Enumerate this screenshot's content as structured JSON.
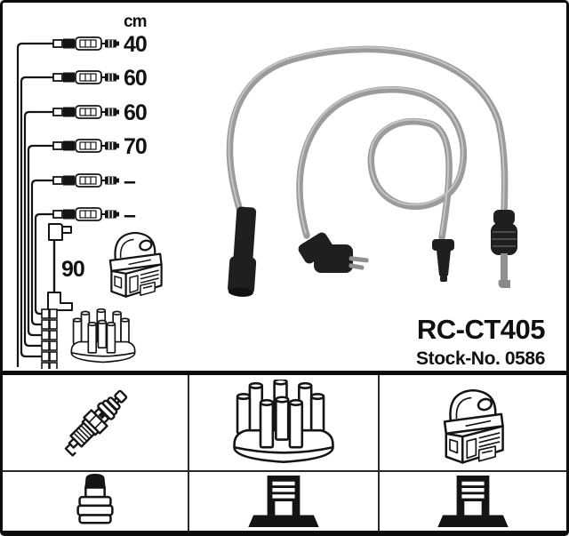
{
  "part": {
    "number": "RC-CT405",
    "stock": "Stock-No. 0586"
  },
  "diagram": {
    "unit_header": "cm",
    "cable_lengths": [
      "40",
      "60",
      "60",
      "70",
      "–",
      "–"
    ],
    "coil_cable_length": "90",
    "drawn_components": [
      "ignition-coil",
      "distributor-cap",
      "distributor-terminal-stubs",
      "coil-wire"
    ]
  },
  "photo": {
    "subject": "ignition-lead-set",
    "cable_color": "#9b9b9b",
    "connector_color": "#1f1f1f"
  },
  "parts_grid": {
    "row1_icons": [
      "spark-plug",
      "distributor-cap",
      "ignition-coil"
    ],
    "row2_icons": [
      "plug-terminal-nut",
      "distributor-terminal",
      "coil-terminal"
    ]
  },
  "colors": {
    "ink": "#141414",
    "frame": "#0c0c0c",
    "background": "#ffffff"
  }
}
